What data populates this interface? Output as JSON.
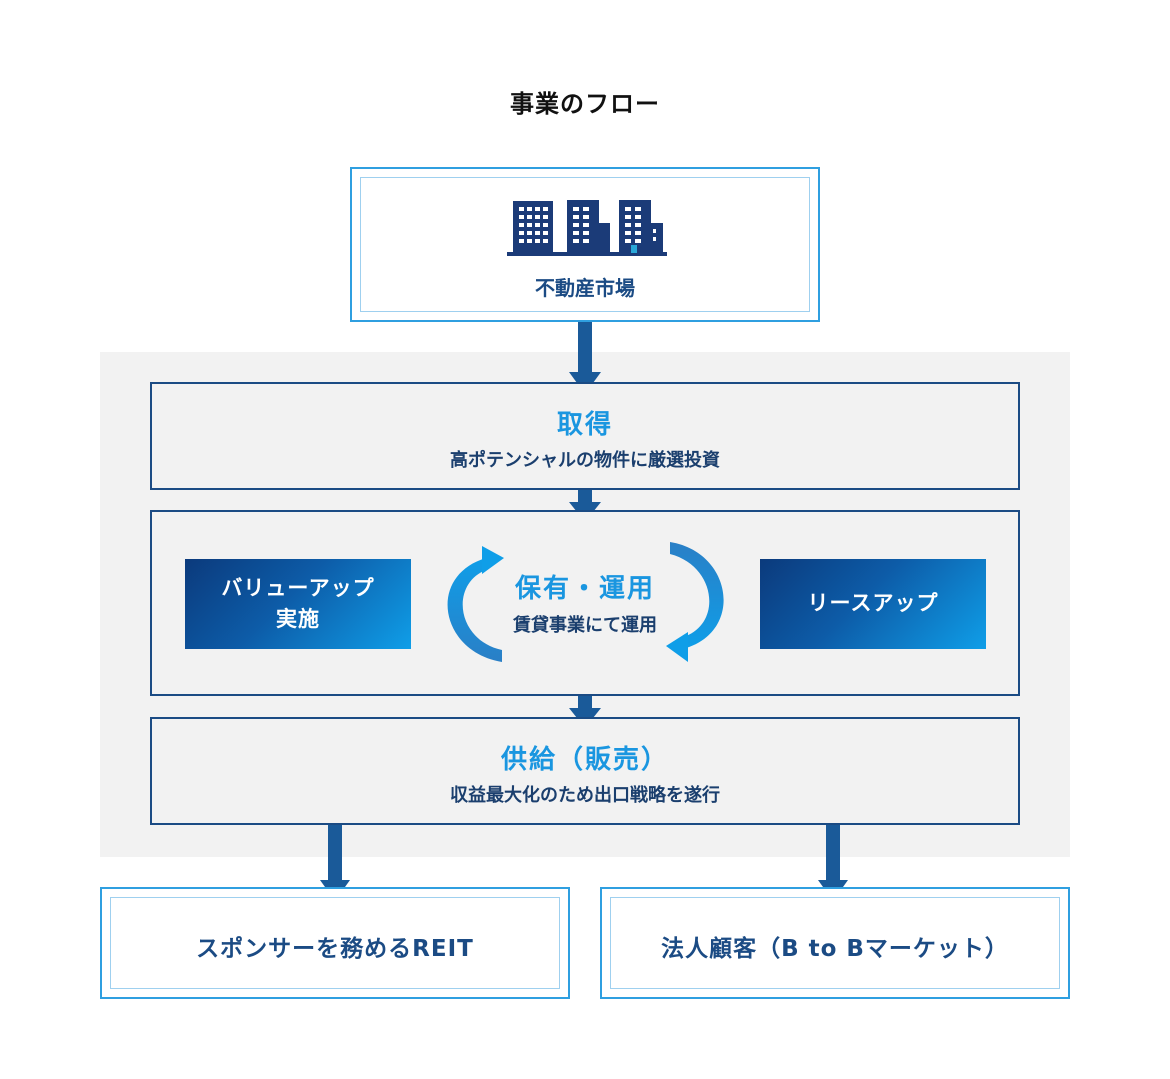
{
  "title": "事業のフロー",
  "market": {
    "label": "不動産市場",
    "icon": "buildings-icon"
  },
  "acquisition": {
    "title": "取得",
    "subtitle": "高ポテンシャルの物件に厳選投資"
  },
  "holding": {
    "title": "保有・運用",
    "subtitle": "賃貸事業にて運用",
    "left_box": {
      "line1": "バリューアップ",
      "line2": "実施"
    },
    "right_box": "リースアップ"
  },
  "supply": {
    "title": "供給（販売）",
    "subtitle": "収益最大化のため出口戦略を遂行"
  },
  "outputs": [
    {
      "label": "スポンサーを務めるREIT"
    },
    {
      "label": "法人顧客（B to Bマーケット）"
    }
  ],
  "colors": {
    "dark_navy": "#1b4b84",
    "accent_blue": "#1a96e0",
    "light_border": "#2f9fe0",
    "panel_gray": "#f2f2f2",
    "arrow": "#1a5a99"
  }
}
